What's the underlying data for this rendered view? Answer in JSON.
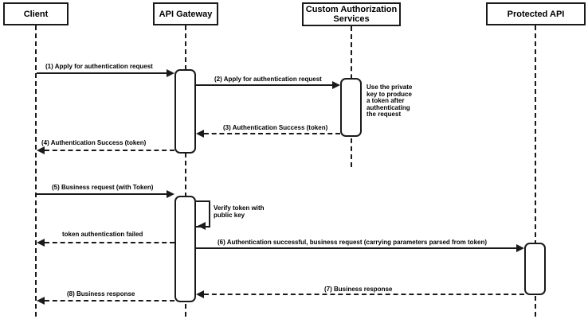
{
  "diagram": {
    "kind": "uml-sequence-diagram",
    "topic": "API Gateway token authentication flow"
  },
  "colors": {
    "line": "#1a1a1a",
    "text": "#000000",
    "fill": "#ffffff",
    "background": "#ffffff"
  },
  "actors": [
    {
      "id": "client",
      "label": "Client"
    },
    {
      "id": "api-gateway",
      "label": "API Gateway"
    },
    {
      "id": "custom-auth-services",
      "label": "Custom Authorization Services"
    },
    {
      "id": "protected-api",
      "label": "Protected API"
    }
  ],
  "messages": [
    {
      "label": "(1) Apply for authentication request",
      "from": "Client",
      "to": "API Gateway",
      "line": "solid",
      "direction": "right"
    },
    {
      "label": "(2) Apply for authentication request",
      "from": "API Gateway",
      "to": "Custom Authorization Services",
      "line": "solid",
      "direction": "right"
    },
    {
      "label": "(3) Authentication Success (token)",
      "from": "Custom Authorization Services",
      "to": "API Gateway",
      "line": "dashed",
      "direction": "left"
    },
    {
      "label": "(4) Authentication Success (token)",
      "from": "API Gateway",
      "to": "Client",
      "line": "dashed",
      "direction": "left"
    },
    {
      "label": "(5) Business request (with Token)",
      "from": "Client",
      "to": "API Gateway",
      "line": "solid",
      "direction": "right"
    },
    {
      "label": "Verify token with public key",
      "from": "API Gateway",
      "to": "API Gateway",
      "line": "solid",
      "direction": "self"
    },
    {
      "label": "token authentication failed",
      "from": "API Gateway",
      "to": "Client",
      "line": "dashed",
      "direction": "left"
    },
    {
      "label": "(6) Authentication successful, business request (carrying parameters parsed from token)",
      "from": "API Gateway",
      "to": "Protected API",
      "line": "solid",
      "direction": "right"
    },
    {
      "label": "(7) Business response",
      "from": "Protected API",
      "to": "API Gateway",
      "line": "dashed",
      "direction": "left"
    },
    {
      "label": "(8) Business response",
      "from": "API Gateway",
      "to": "Client",
      "line": "dashed",
      "direction": "left"
    }
  ],
  "notes": [
    {
      "text": "Use the private key to produce a token after authenticating the request",
      "attached_to": "Custom Authorization Services"
    }
  ]
}
